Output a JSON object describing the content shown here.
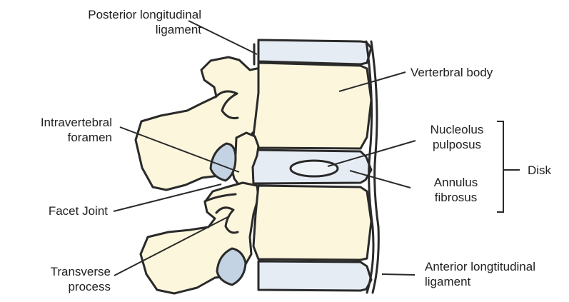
{
  "labels": {
    "posterior_longitudinal_ligament": [
      "Posterior longitudinal",
      "ligament"
    ],
    "verterbral_body": [
      "Verterbral body"
    ],
    "intravertebral_foramen": [
      "Intravertebral",
      "foramen"
    ],
    "nucleolus_pulposus": [
      "Nucleolus",
      "pulposus"
    ],
    "disk": [
      "Disk"
    ],
    "annulus_fibrosus": [
      "Annulus",
      "fibrosus"
    ],
    "facet_joint": [
      "Facet Joint"
    ],
    "transverse_process": [
      "Transverse",
      "process"
    ],
    "anterior_longitudinal_ligament": [
      "Anterior longtitudinal",
      "ligament"
    ]
  },
  "colors": {
    "bone": "#fbf6dc",
    "disk": "#e6ecf4",
    "foramen": "#c3d3e3",
    "outline": "#2a2a2a"
  }
}
